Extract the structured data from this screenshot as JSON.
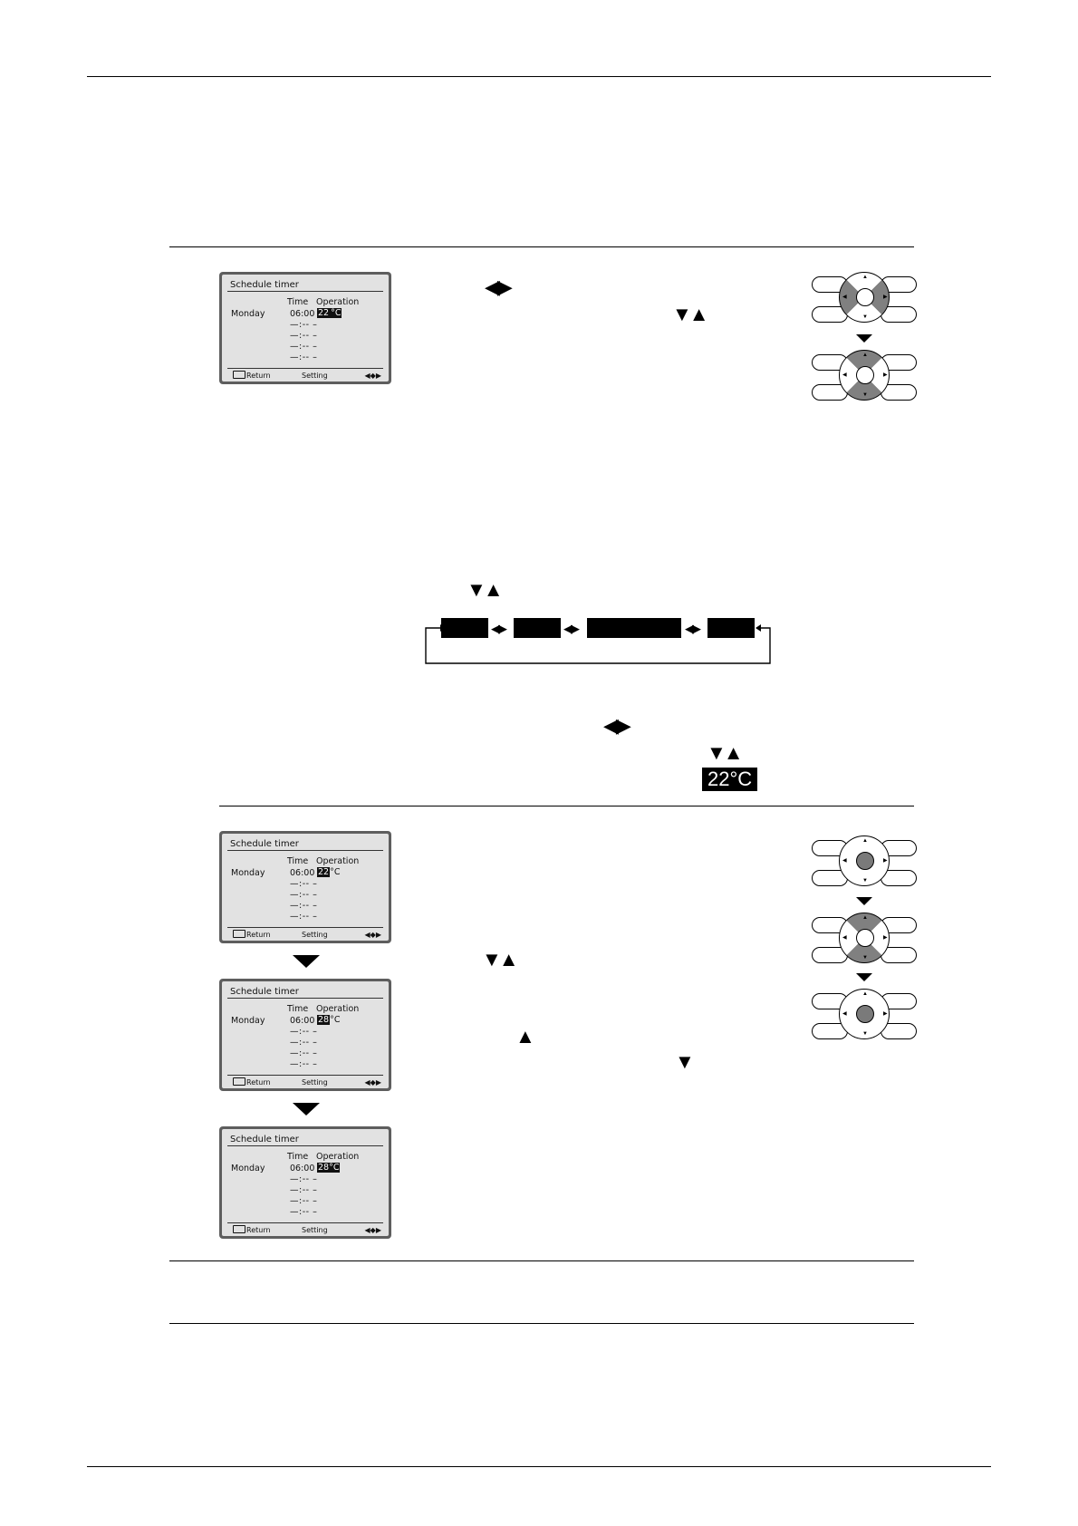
{
  "screen1": {
    "title": "Schedule timer",
    "col_time": "Time",
    "col_operation": "Operation",
    "day": "Monday",
    "row0_time": "06:00",
    "row0_op_highlight": "22",
    "row0_op_rest": "°C",
    "empty_row": "—:-- –",
    "footer_return": "Return",
    "footer_setting": "Setting",
    "footer_nav": "◀◆▶"
  },
  "screen2": {
    "title": "Schedule timer",
    "col_time": "Time",
    "col_operation": "Operation",
    "day": "Monday",
    "row0_time": "06:00",
    "row0_op_highlight": "22",
    "row0_op_rest": "°C",
    "empty_row": "—:-- –",
    "footer_return": "Return",
    "footer_setting": "Setting",
    "footer_nav": "◀◆▶"
  },
  "screen3": {
    "title": "Schedule timer",
    "col_time": "Time",
    "col_operation": "Operation",
    "day": "Monday",
    "row0_time": "06:00",
    "row0_op_highlight": "28",
    "row0_op_rest": "°C",
    "empty_row": "—:-- –",
    "footer_return": "Return",
    "footer_setting": "Setting",
    "footer_nav": "◀◆▶"
  },
  "screen4": {
    "title": "Schedule timer",
    "col_time": "Time",
    "col_operation": "Operation",
    "day": "Monday",
    "row0_time": "06:00",
    "row0_op_highlight": "28°C",
    "row0_op_rest": "",
    "empty_row": "—:-- –",
    "footer_return": "Return",
    "footer_setting": "Setting",
    "footer_nav": "◀◆▶"
  },
  "glyphs": {
    "left_right": "◀▶",
    "down_up": "▼▲",
    "up": "▲",
    "down": "▼",
    "lr_small": "◀▶"
  },
  "temp_badge": "22°C",
  "colors": {
    "lcd_frame": "#5e5e5e",
    "lcd_bg": "#e2e2e2",
    "highlight": "#111111",
    "button_pressed": "#7a7a7a"
  }
}
